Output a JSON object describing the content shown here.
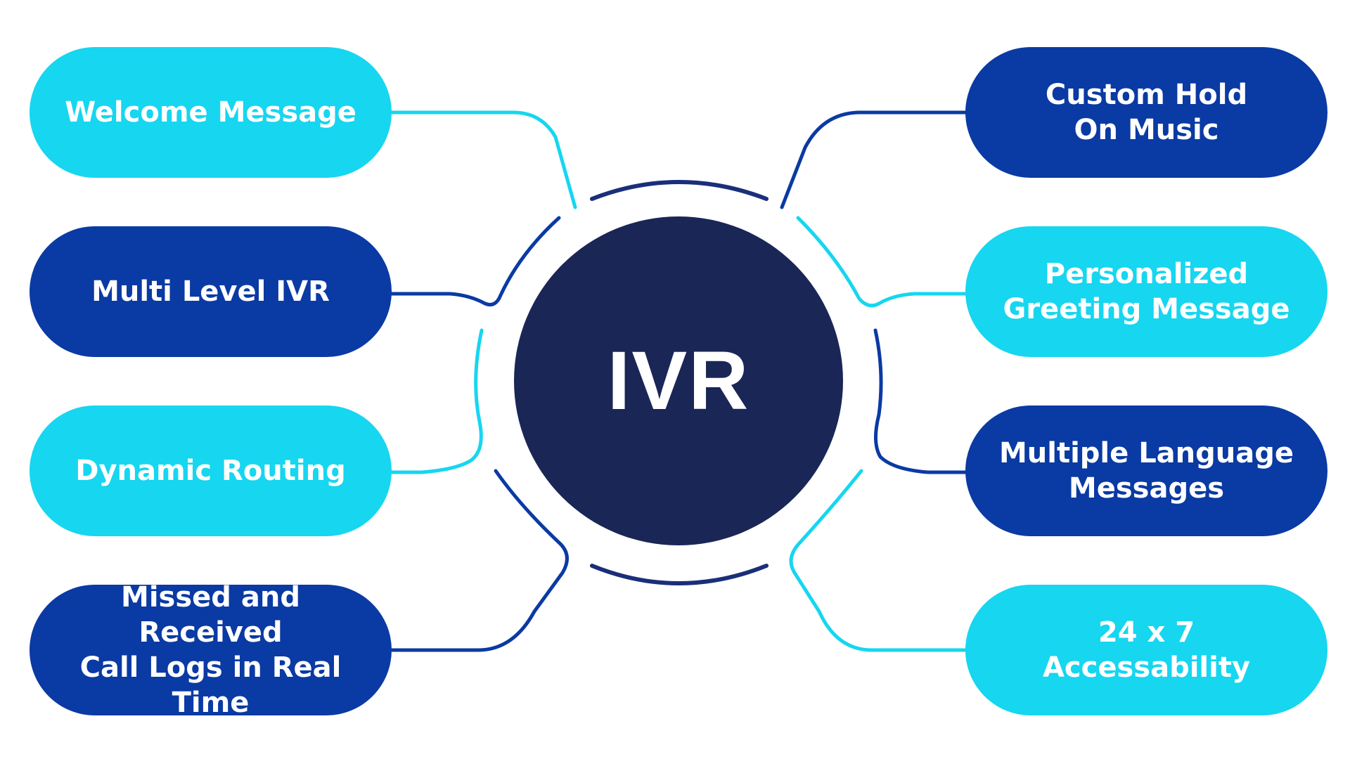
{
  "center": {
    "label": "IVR"
  },
  "left_items": [
    {
      "label": "Welcome Message",
      "theme": "light"
    },
    {
      "label": "Multi Level IVR",
      "theme": "dark"
    },
    {
      "label": "Dynamic Routing",
      "theme": "light"
    },
    {
      "label": "Missed and Received\nCall Logs in Real Time",
      "theme": "dark"
    }
  ],
  "right_items": [
    {
      "label": "Custom Hold\nOn Music",
      "theme": "dark"
    },
    {
      "label": "Personalized\nGreeting Message",
      "theme": "light"
    },
    {
      "label": "Multiple Language\nMessages",
      "theme": "dark"
    },
    {
      "label": "24 x 7 Accessability",
      "theme": "light"
    }
  ],
  "colors": {
    "light": "#16d6f0",
    "dark": "#0a3aa3",
    "center": "#1a2656",
    "background": "#ffffff"
  }
}
